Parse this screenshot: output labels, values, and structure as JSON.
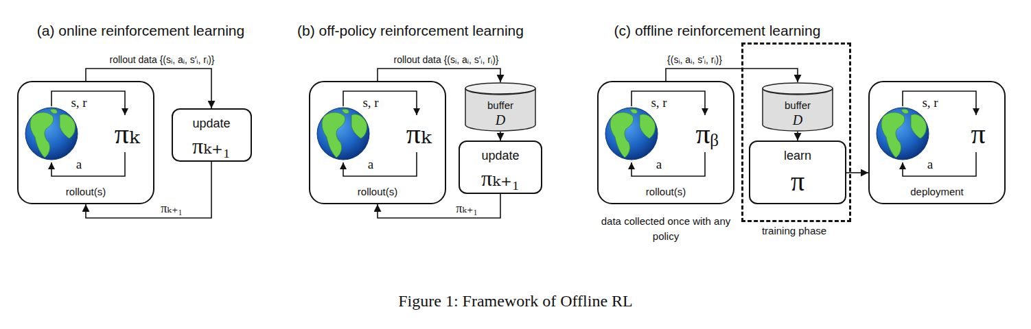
{
  "diagram": {
    "caption": "Figure 1: Framework of Offline RL",
    "nodes": [
      {
        "text": [
          "s, r",
          "πₖ",
          "a",
          "rollout(s)"
        ]
      },
      {
        "text": [
          "update",
          "πₖ₊₁"
        ]
      },
      {
        "text": [
          "s, r",
          "πₖ",
          "a",
          "rollout(s)"
        ]
      },
      {
        "text": [
          "buffer",
          "D"
        ]
      },
      {
        "text": [
          "update",
          "πₖ₊₁"
        ]
      },
      {
        "text": [
          "s, r",
          "πᵦ",
          "a",
          "rollout(s)"
        ]
      },
      {
        "text": [
          "training phase"
        ]
      },
      {
        "text": [
          "buffer",
          "D"
        ],
        "in": 6
      },
      {
        "text": [
          "learn",
          "π"
        ],
        "in": 6
      },
      {
        "text": [
          "s, r",
          "π",
          "a",
          "deployment"
        ]
      }
    ],
    "edges": [
      {
        "from": 0,
        "to": 1,
        "arrow": "to",
        "label": "rollout data {(sᵢ, aᵢ, s′ᵢ, rᵢ)}"
      },
      {
        "from": 1,
        "to": 0,
        "arrow": "to",
        "label": "πₖ₊₁"
      },
      {
        "from": 2,
        "to": 3,
        "arrow": "to",
        "label": "rollout data {(sᵢ, aᵢ, s′ᵢ, rᵢ)}"
      },
      {
        "from": 3,
        "to": 4,
        "arrow": "to"
      },
      {
        "from": 4,
        "to": 2,
        "arrow": "to",
        "label": "πₖ₊₁"
      },
      {
        "from": 5,
        "to": 7,
        "arrow": "to",
        "label": "{(sᵢ, aᵢ, s′ᵢ, rᵢ)}"
      },
      {
        "from": 7,
        "to": 8,
        "arrow": "to"
      },
      {
        "from": 8,
        "to": 9,
        "arrow": "to"
      }
    ],
    "labels": [
      "(a) online reinforcement learning",
      "(b) off-policy reinforcement learning",
      "(c) offline reinforcement learning",
      "data collected once with any policy"
    ]
  }
}
